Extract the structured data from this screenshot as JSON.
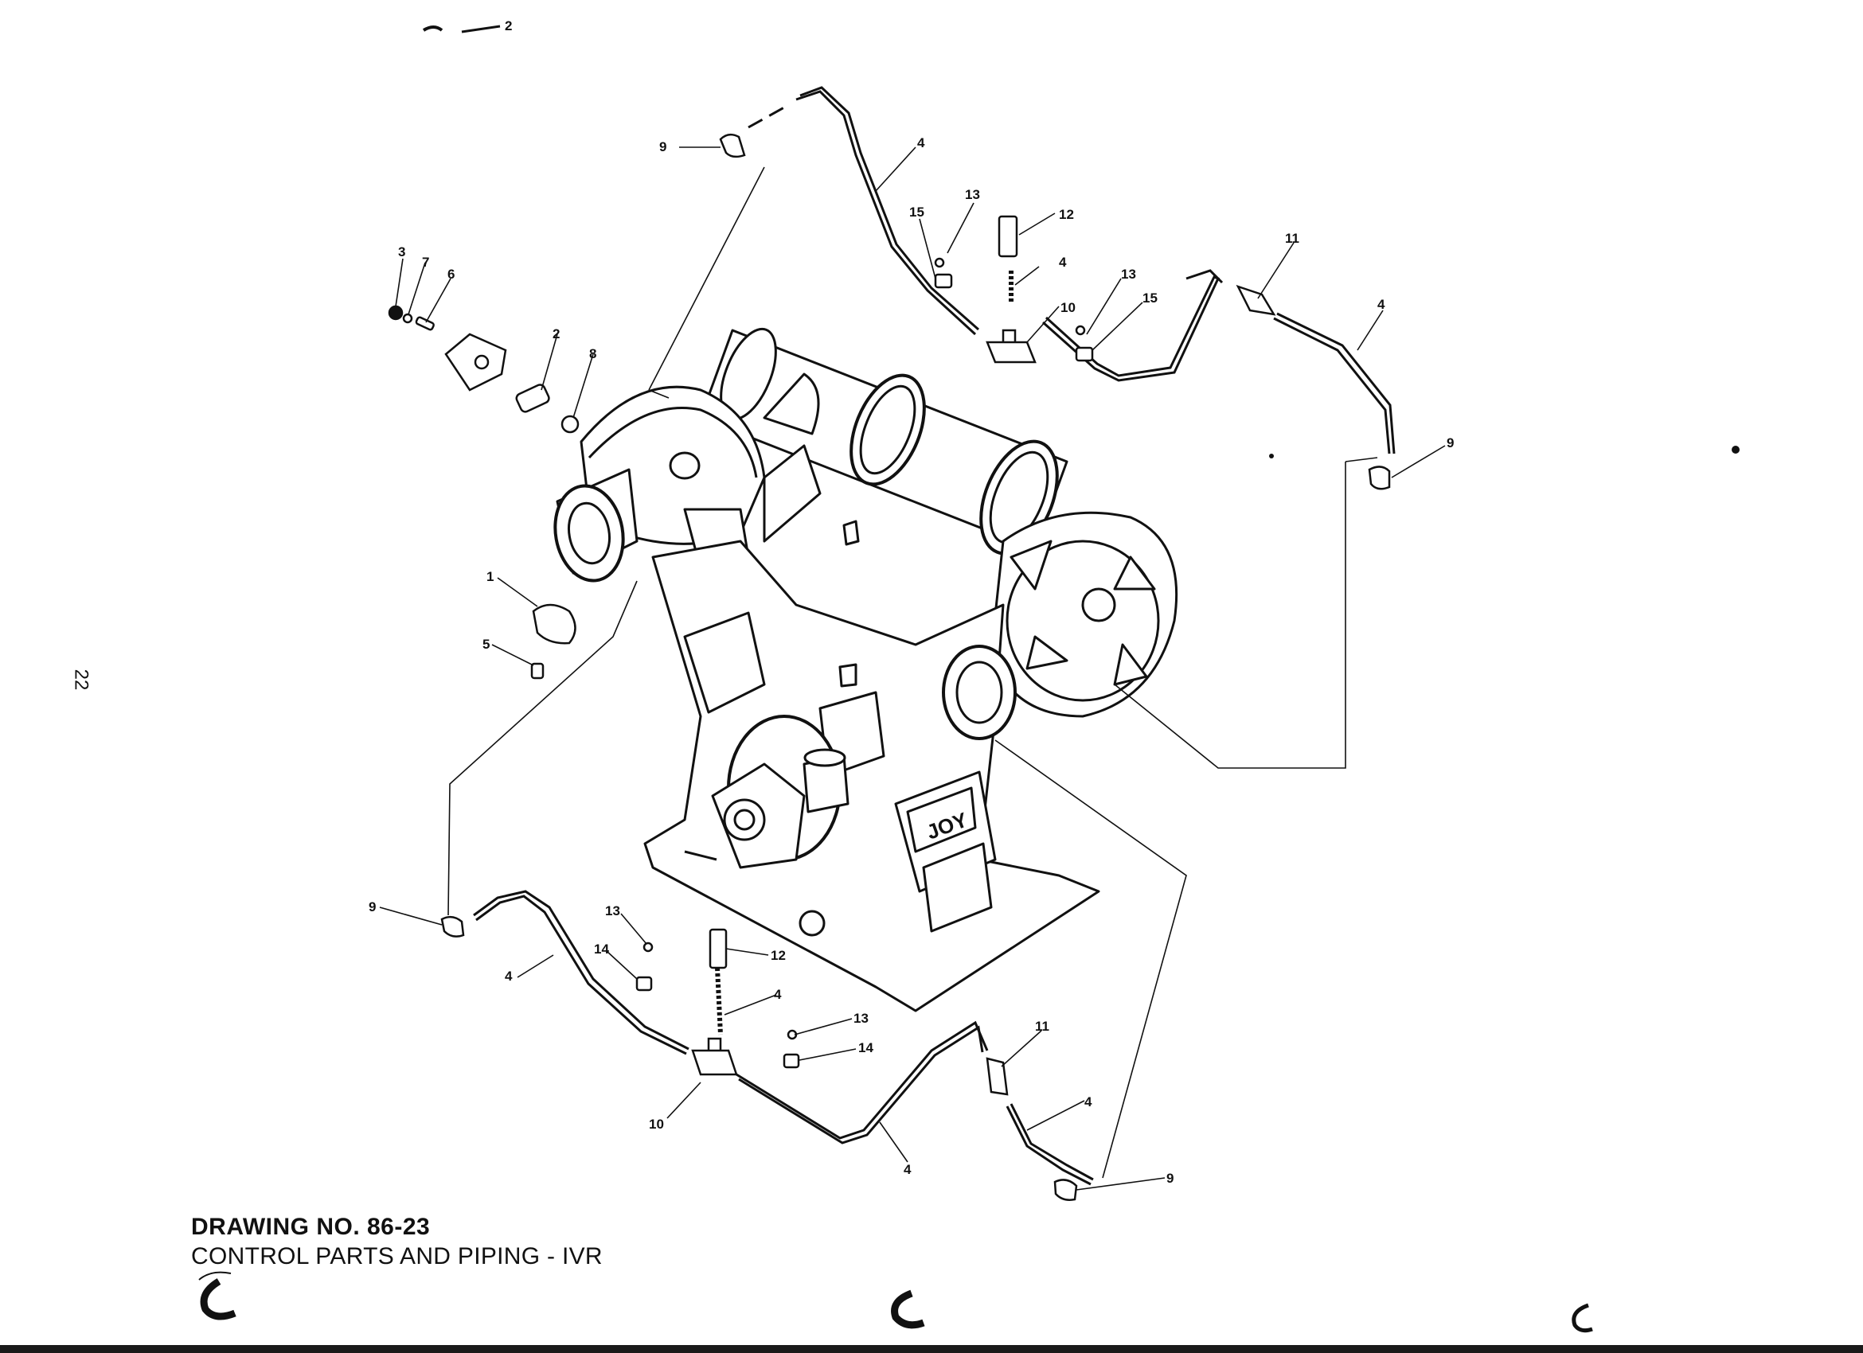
{
  "drawing": {
    "number_label": "DRAWING NO. 86-23",
    "title": "CONTROL PARTS AND PIPING - IVR",
    "page_number": "22",
    "nameplate": "JOY",
    "corner_mark": "2"
  },
  "callouts": [
    {
      "id": "c9-tl",
      "label": "9"
    },
    {
      "id": "c4-top",
      "label": "4"
    },
    {
      "id": "c13-top",
      "label": "13"
    },
    {
      "id": "c15-top",
      "label": "15"
    },
    {
      "id": "c12-top",
      "label": "12"
    },
    {
      "id": "c4-mid",
      "label": "4"
    },
    {
      "id": "c10-top",
      "label": "10"
    },
    {
      "id": "c13-r",
      "label": "13"
    },
    {
      "id": "c15-r",
      "label": "15"
    },
    {
      "id": "c11-top",
      "label": "11"
    },
    {
      "id": "c4-right",
      "label": "4"
    },
    {
      "id": "c9-right",
      "label": "9"
    },
    {
      "id": "c3",
      "label": "3"
    },
    {
      "id": "c7",
      "label": "7"
    },
    {
      "id": "c6",
      "label": "6"
    },
    {
      "id": "c2",
      "label": "2"
    },
    {
      "id": "c8",
      "label": "8"
    },
    {
      "id": "c1",
      "label": "1"
    },
    {
      "id": "c5",
      "label": "5"
    },
    {
      "id": "c9-bl",
      "label": "9"
    },
    {
      "id": "c4-bl",
      "label": "4"
    },
    {
      "id": "c13-b",
      "label": "13"
    },
    {
      "id": "c14-b",
      "label": "14"
    },
    {
      "id": "c12-b",
      "label": "12"
    },
    {
      "id": "c4-bmid",
      "label": "4"
    },
    {
      "id": "c13-b2",
      "label": "13"
    },
    {
      "id": "c14-b2",
      "label": "14"
    },
    {
      "id": "c10-b",
      "label": "10"
    },
    {
      "id": "c4-b",
      "label": "4"
    },
    {
      "id": "c11-b",
      "label": "11"
    },
    {
      "id": "c4-br",
      "label": "4"
    },
    {
      "id": "c9-br",
      "label": "9"
    }
  ]
}
